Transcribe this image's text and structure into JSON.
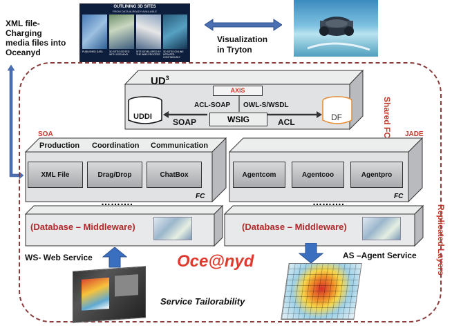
{
  "top": {
    "xml_note": [
      "XML file-",
      "Charging",
      "media files into",
      "Oceanyd"
    ],
    "viz_label": [
      "Visualization",
      "in Tryton"
    ],
    "thumb_title": "OUTLINING 3D SITES",
    "thumb_sub": "FROM DATA ALREADY AVAILABLE",
    "thumb_captions": [
      "PUBLISHED DATA",
      "3D SITES EDITED WITH OCEANYD",
      "SITE DEVELOPED BY THE WMS PROCESS",
      "3D SITES ONLINE UPDATED CONTINOUSLY"
    ]
  },
  "ud3": {
    "title": "UD",
    "sup": "3",
    "axis": "AXIS",
    "acl_soap": "ACL-SOAP",
    "owl": "OWL-S/WSDL",
    "uddi": "UDDI",
    "soap": "SOAP",
    "wsig": "WSIG",
    "acl": "ACL",
    "df": "DF"
  },
  "side_labels": {
    "shared": "Shared FC",
    "replicated": "Replicated Layers"
  },
  "soa": {
    "tag": "SOA",
    "headers": [
      "Production",
      "Coordination",
      "Communication"
    ],
    "items": [
      "XML File",
      "Drag/Drop",
      "ChatBox"
    ],
    "fc": "FC"
  },
  "jade": {
    "tag": "JADE",
    "items": [
      "Agentcom",
      "Agentcoo",
      "Agentpro"
    ],
    "fc": "FC"
  },
  "dots": "……….",
  "middleware_left": "(Database – Middleware)",
  "middleware_right": "(Database – Middleware)",
  "ws_label": "WS- Web Service",
  "as_label": "AS –Agent Service",
  "brand": "Oce@nyd",
  "tailor": "Service Tailorability"
}
